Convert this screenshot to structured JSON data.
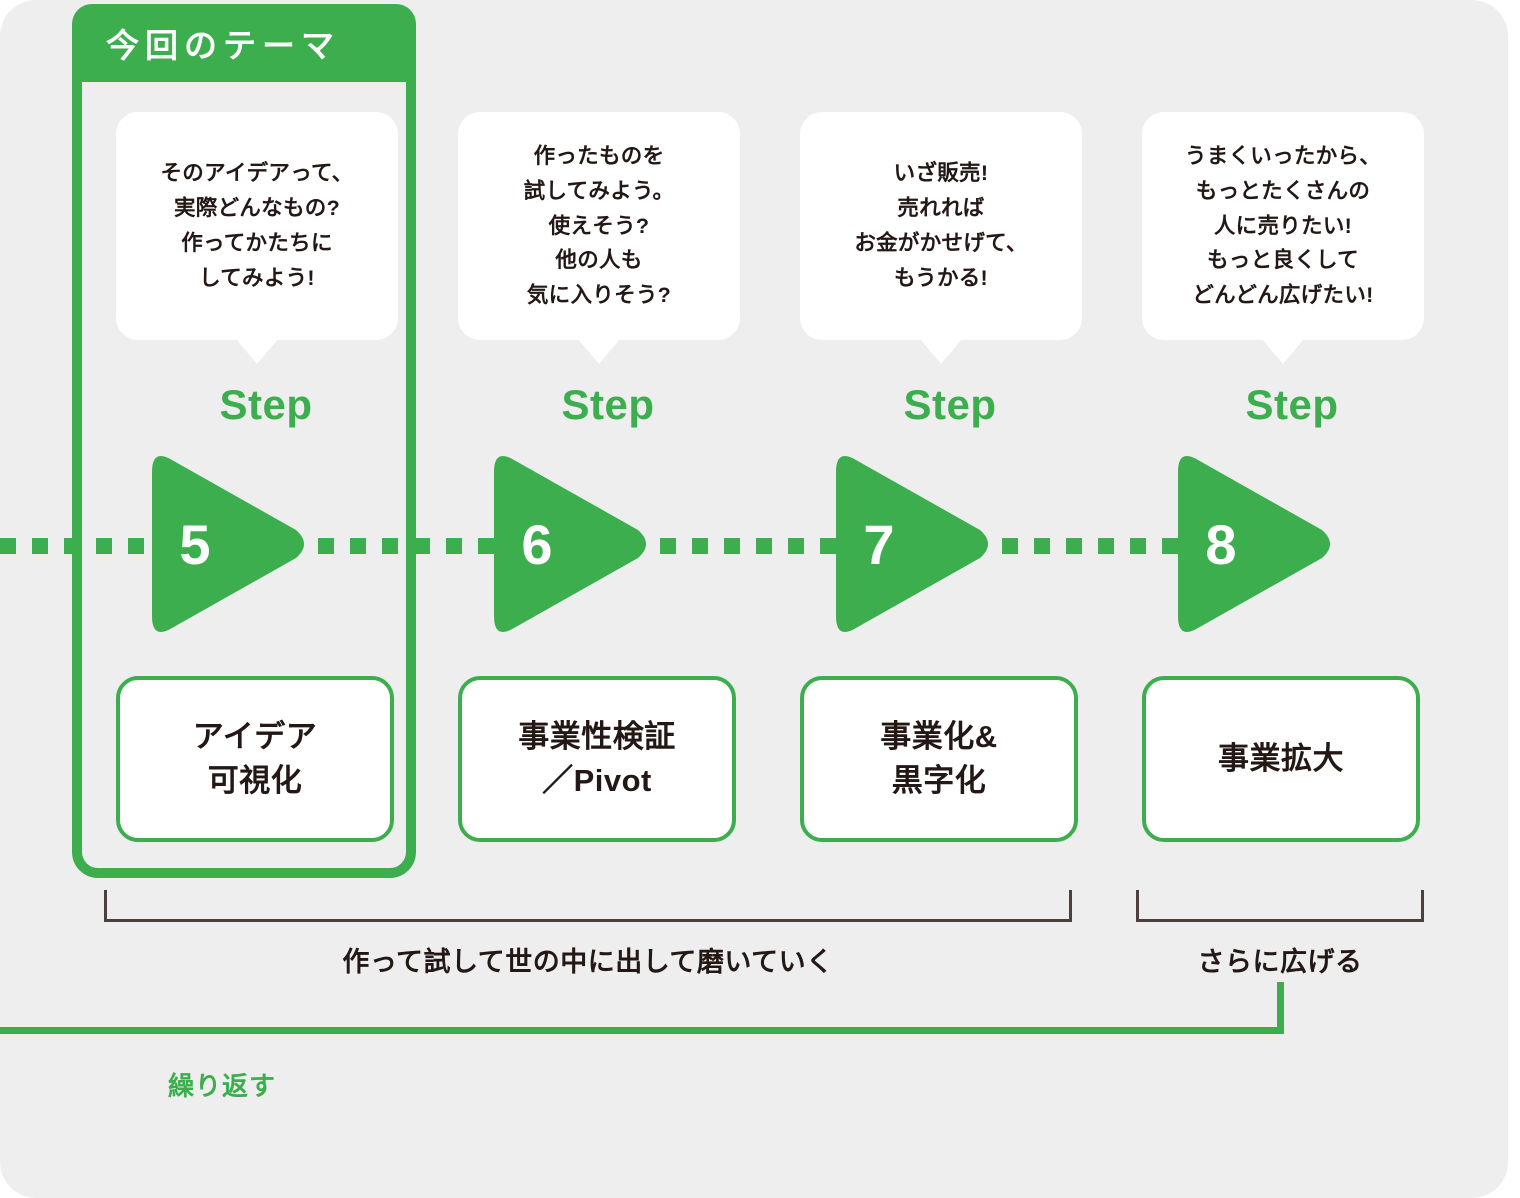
{
  "highlight": {
    "label": "今回のテーマ",
    "accent_color": "#3cae4e"
  },
  "theme": {
    "panel_bg": "#eeeeee",
    "green": "#3cae4e",
    "ink": "#231815",
    "bracket_color": "#4b403d"
  },
  "step_word": "Step",
  "steps": [
    {
      "number": "5",
      "bubble": "そのアイデアって、\n実際どんなもの?\n作ってかたちに\nしてみよう!",
      "label": "アイデア\n可視化"
    },
    {
      "number": "6",
      "bubble": "作ったものを\n試してみよう。\n使えそう?\n他の人も\n気に入りそう?",
      "label": "事業性検証\n／Pivot"
    },
    {
      "number": "7",
      "bubble": "いざ販売!\n売れれば\nお金がかせげて、\nもうかる!",
      "label": "事業化&\n黒字化"
    },
    {
      "number": "8",
      "bubble": "うまくいったから、\nもっとたくさんの\n人に売りたい!\nもっと良くして\nどんどん広げたい!",
      "label": "事業拡大"
    }
  ],
  "brackets": [
    {
      "label": "作って試して世の中に出して磨いていく"
    },
    {
      "label": "さらに広げる"
    }
  ],
  "loop": {
    "label": "繰り返す"
  }
}
